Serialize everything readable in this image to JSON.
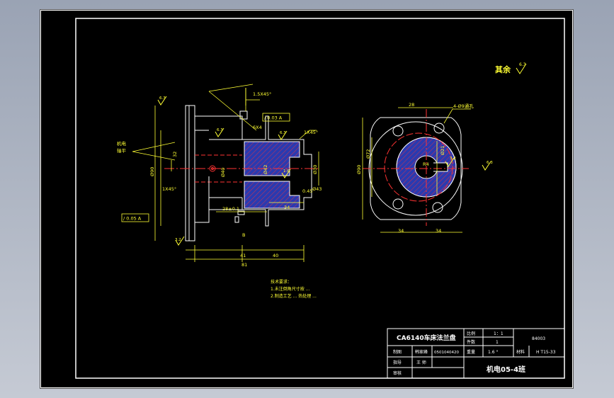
{
  "drawing": {
    "roughness_rest_label": "其余",
    "roughness_rest_value": "6.3",
    "roughness": {
      "r1": "6.3",
      "r2": "6.3",
      "r3": "1.6",
      "r4": "3.2",
      "r5": "6.3",
      "r6": "3.2",
      "r7": "6.3",
      "r8": "1.6"
    },
    "chamfers": {
      "c1": "1.5X45°",
      "c2": "1X45°",
      "c3": "1X45°"
    },
    "tolerance": {
      "t1": "/ 0.03 A",
      "t2": "/ 0.05 A"
    },
    "side_labels": {
      "l1": "机电",
      "l2": "轴平"
    },
    "dims_side": {
      "d1": "41",
      "d2": "40",
      "d3": "81",
      "d4": "34",
      "d5": "28±0.1",
      "d6": "Ø90",
      "d7": "Ø40",
      "d8": "Ø42",
      "d9": "Ø30",
      "d10": "32",
      "d11": "6X4",
      "d12": "0.45",
      "d13": "Ø43",
      "d14": "B"
    },
    "dims_front": {
      "w1": "28",
      "w2": "34",
      "w3": "34",
      "h1": "Ø90",
      "h2": "Ø72",
      "h3": "Ø21",
      "hole_note": "4-Ø9通孔",
      "r1": "R4"
    },
    "tech_notes": [
      "技术要求：",
      "1.未注倒角尺寸按 ...",
      "2.制造工艺 ... 热处理 ..."
    ],
    "title_block": {
      "part_name": "CA6140车床法兰盘",
      "scale_label": "比例",
      "scale_value": "1：1",
      "qty_label": "件数",
      "qty_value": "1",
      "code": "84003",
      "drawn_label": "制图",
      "drawn_name": "韩家峰",
      "drawn_id": "0501040420",
      "weight_label": "重量",
      "weight_value": "1.6 °",
      "material_label": "材料",
      "material_value": "H T15-33",
      "guide_label": "指导",
      "guide_name": "王 师",
      "review_label": "审核",
      "class_name": "机电05-4班"
    }
  }
}
